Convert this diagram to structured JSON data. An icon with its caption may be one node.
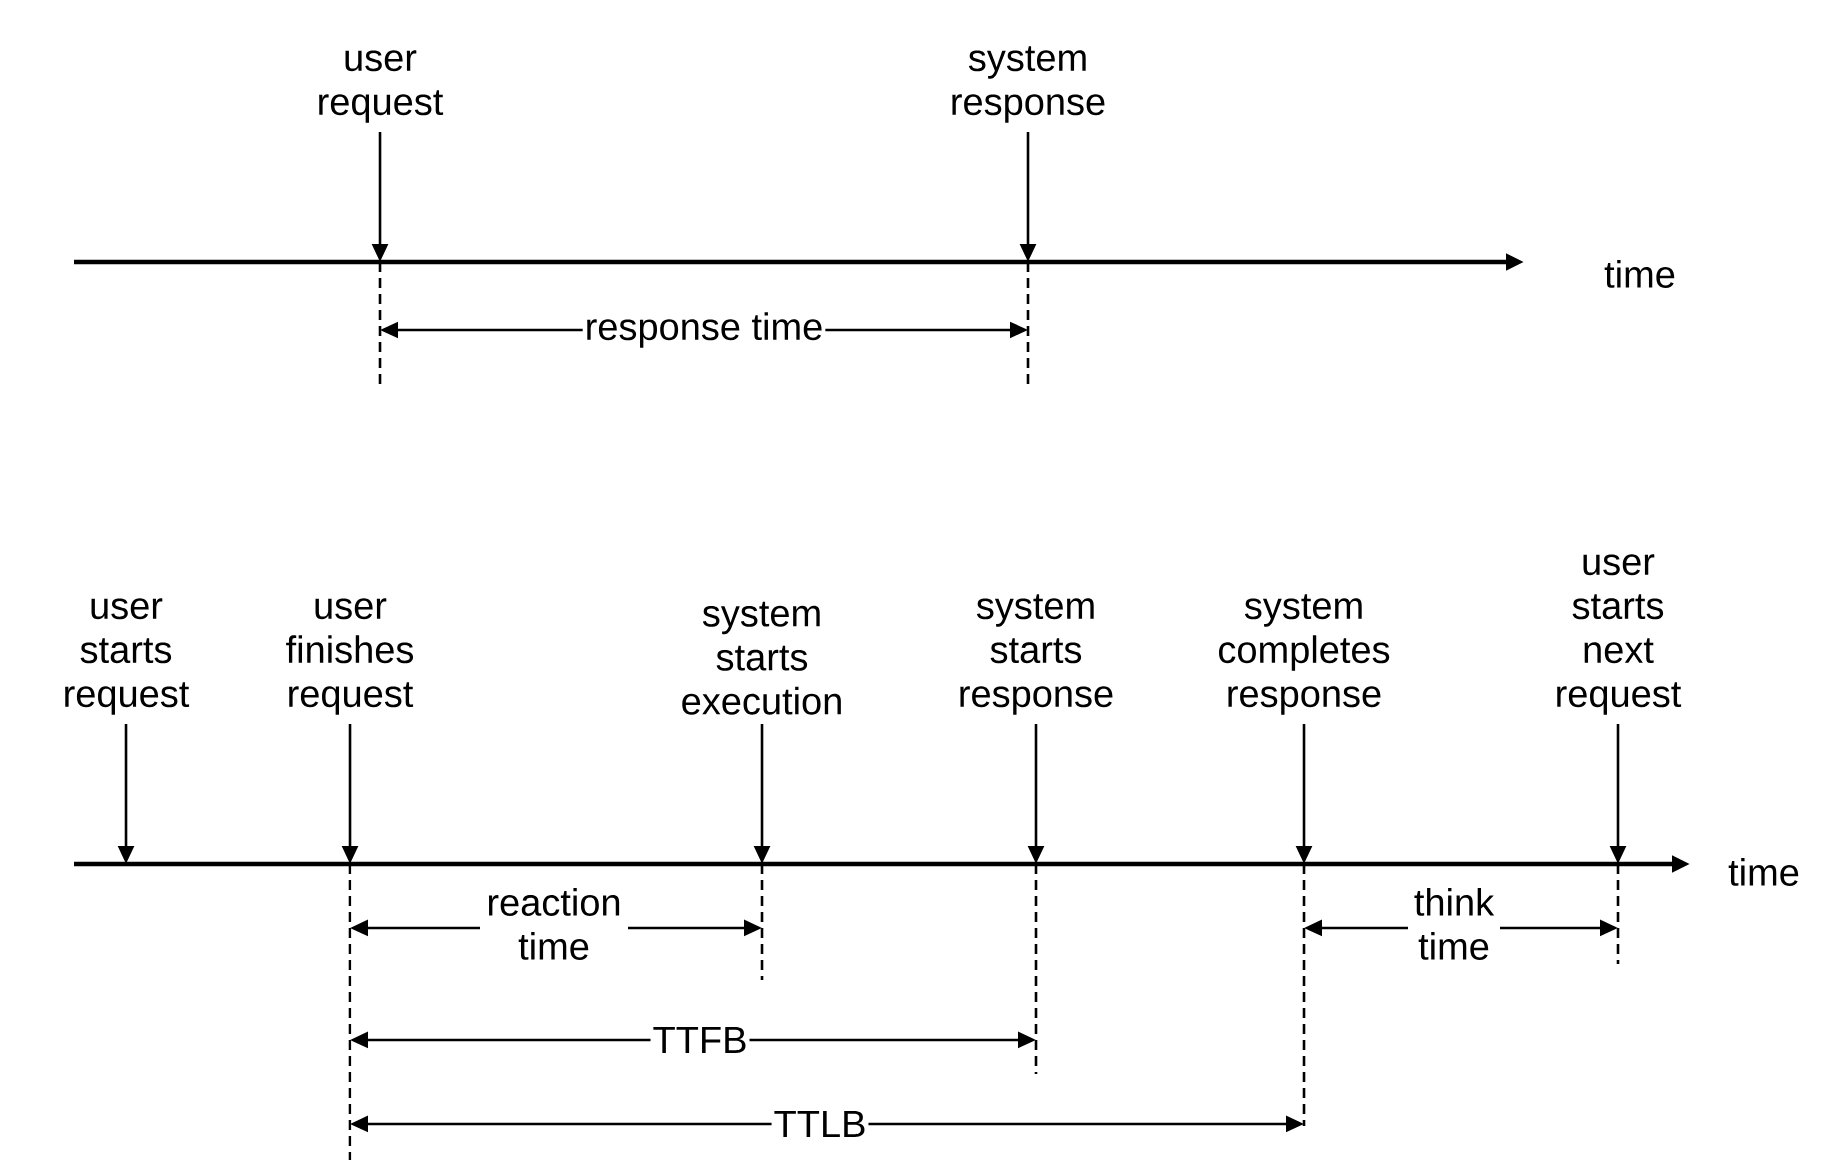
{
  "diagram": {
    "nodes": [
      {
        "text": [
          "user request"
        ]
      },
      {
        "text": [
          "system response"
        ]
      },
      {
        "text": [
          "user starts request"
        ]
      },
      {
        "text": [
          "user finishes request"
        ]
      },
      {
        "text": [
          "system starts execution"
        ]
      },
      {
        "text": [
          "system starts response"
        ]
      },
      {
        "text": [
          "system completes response"
        ]
      },
      {
        "text": [
          "user starts next request"
        ]
      }
    ],
    "edges": [
      {
        "from": 0,
        "to": null,
        "arrow": "to"
      },
      {
        "from": 1,
        "to": null,
        "arrow": "to"
      },
      {
        "from": 2,
        "to": null,
        "arrow": "to"
      },
      {
        "from": 3,
        "to": null,
        "arrow": "to"
      },
      {
        "from": 4,
        "to": null,
        "arrow": "to"
      },
      {
        "from": 5,
        "to": null,
        "arrow": "to"
      },
      {
        "from": 6,
        "to": null,
        "arrow": "to"
      },
      {
        "from": 7,
        "to": null,
        "arrow": "to"
      }
    ],
    "labels": [
      "time",
      "response time",
      "time",
      "reaction time",
      "think time",
      "TTFB",
      "TTLB"
    ]
  }
}
